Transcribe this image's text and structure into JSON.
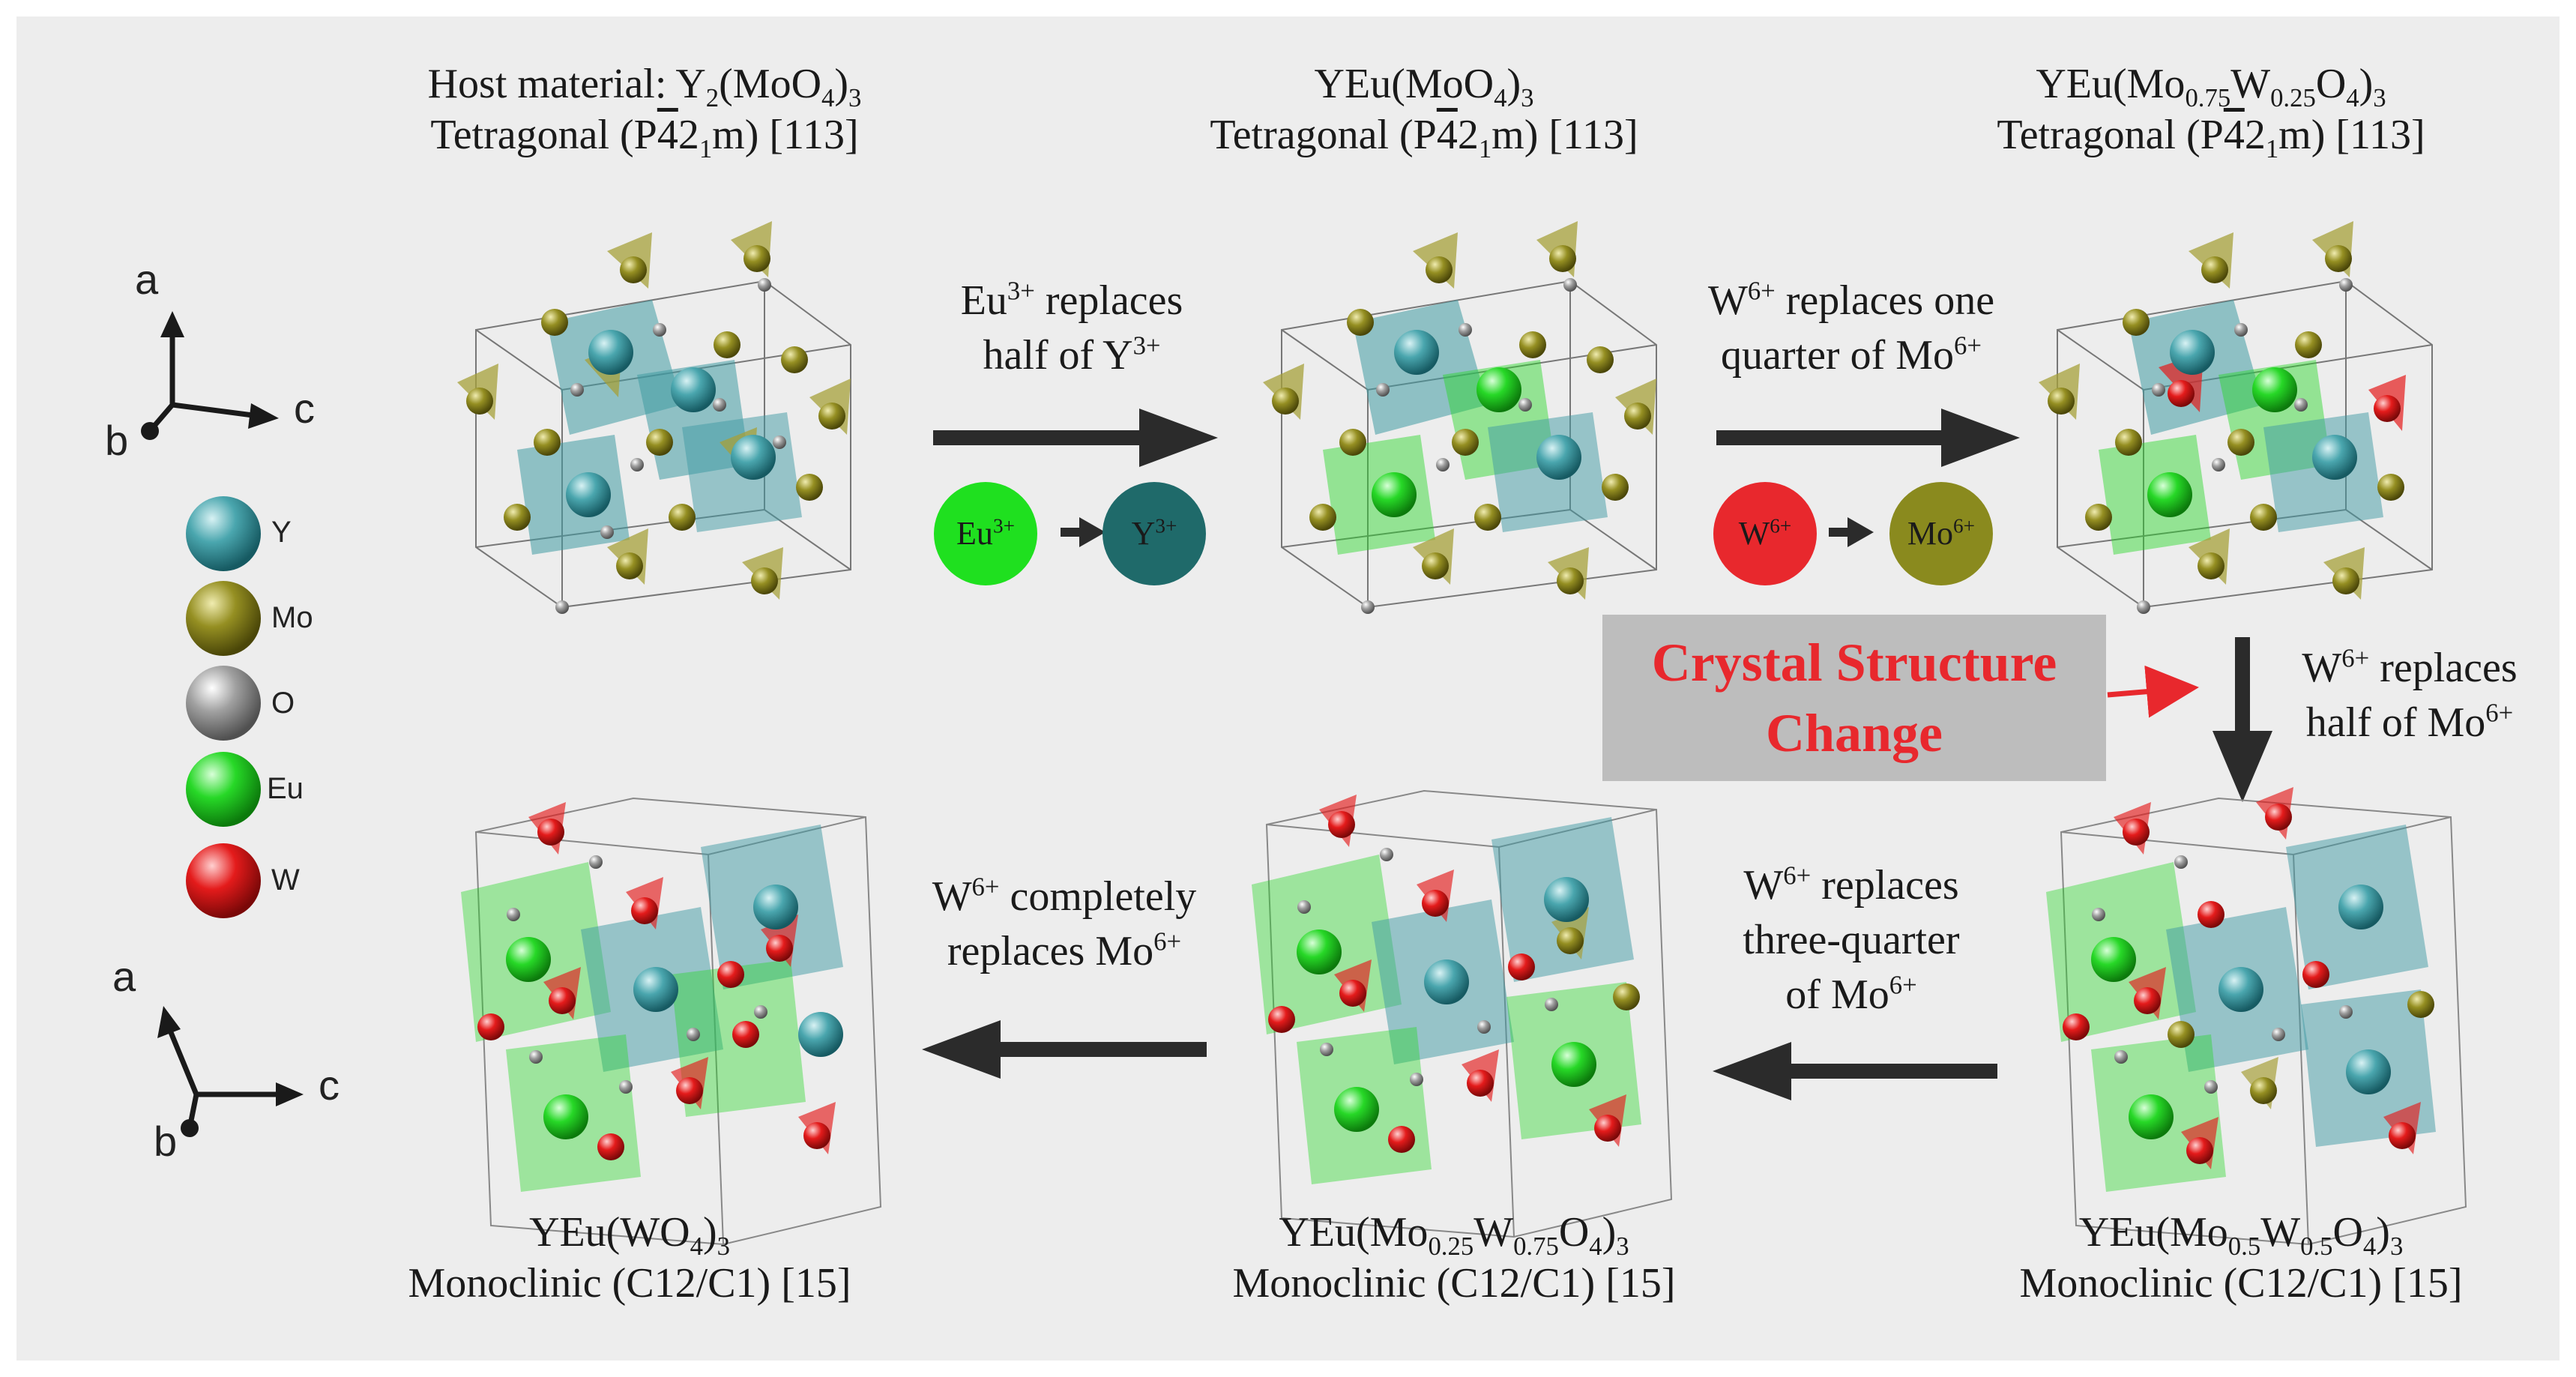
{
  "structures": {
    "host": {
      "line1_a": "Host material: Y",
      "line1_b": "2",
      "line1_c": "(MoO",
      "line1_d": "4",
      "line1_e": ")",
      "line1_f": "3",
      "line2_a": "Tetragonal (P",
      "line2_b": "4",
      "line2_c": "2",
      "line2_d": "1",
      "line2_e": "m) [113]"
    },
    "s2": {
      "line1_a": "YEu(MoO",
      "line1_b": "4",
      "line1_c": ")",
      "line1_d": "3",
      "line2_a": "Tetragonal (P",
      "line2_b": "4",
      "line2_c": "2",
      "line2_d": "1",
      "line2_e": "m) [113]"
    },
    "s3": {
      "line1_a": "YEu(Mo",
      "line1_b": "0.75",
      "line1_c": "W",
      "line1_d": "0.25",
      "line1_e": "O",
      "line1_f": "4",
      "line1_g": ")",
      "line1_h": "3",
      "line2_a": "Tetragonal (P",
      "line2_b": "4",
      "line2_c": "2",
      "line2_d": "1",
      "line2_e": "m) [113]"
    },
    "s4": {
      "line1_a": "YEu(Mo",
      "line1_b": "0.5",
      "line1_c": "W",
      "line1_d": "0.5",
      "line1_e": "O",
      "line1_f": "4",
      "line1_g": ")",
      "line1_h": "3",
      "line2": "Monoclinic (C12/C1) [15]"
    },
    "s5": {
      "line1_a": "YEu(Mo",
      "line1_b": "0.25",
      "line1_c": "W",
      "line1_d": "0.75",
      "line1_e": "O",
      "line1_f": "4",
      "line1_g": ")",
      "line1_h": "3",
      "line2": "Monoclinic (C12/C1) [15]"
    },
    "s6": {
      "line1_a": "YEu(WO",
      "line1_b": "4",
      "line1_c": ")",
      "line1_d": "3",
      "line2": "Monoclinic (C12/C1) [15]"
    }
  },
  "steps": {
    "step1": {
      "l1_a": "Eu",
      "l1_b": "3+",
      "l1_c": " replaces",
      "l2_a": "half of Y",
      "l2_b": "3+"
    },
    "step2": {
      "l1_a": "W",
      "l1_b": "6+",
      "l1_c": " replaces one",
      "l2_a": "quarter of Mo",
      "l2_b": "6+"
    },
    "step3": {
      "l1_a": "W",
      "l1_b": "6+",
      "l1_c": " replaces",
      "l2_a": "half of Mo",
      "l2_b": "6+"
    },
    "step4": {
      "l1_a": "W",
      "l1_b": "6+",
      "l1_c": " replaces",
      "l2": "three-quarter",
      "l3_a": "of Mo",
      "l3_b": "6+"
    },
    "step5": {
      "l1_a": "W",
      "l1_b": "6+",
      "l1_c": " completely",
      "l2_a": "replaces Mo",
      "l2_b": "6+"
    }
  },
  "ions": {
    "eu": {
      "a": "Eu",
      "b": "3+",
      "color": "#1fe01f"
    },
    "y": {
      "a": "Y",
      "b": "3+",
      "color": "#1f6a6a"
    },
    "w": {
      "a": "W",
      "b": "6+",
      "color": "#e8282d"
    },
    "mo": {
      "a": "Mo",
      "b": "6+",
      "color": "#8a8a1e"
    }
  },
  "change": {
    "line1": "Crystal Structure",
    "line2": "Change"
  },
  "legend": [
    {
      "label": "Y",
      "color": "#3f9aa3"
    },
    {
      "label": "Mo",
      "color": "#8f8a20"
    },
    {
      "label": "O",
      "color": "#9a9a9a"
    },
    {
      "label": "Eu",
      "color": "#26d826"
    },
    {
      "label": "W",
      "color": "#e41b1b"
    }
  ],
  "axes": {
    "a": "a",
    "b": "b",
    "c": "c"
  }
}
